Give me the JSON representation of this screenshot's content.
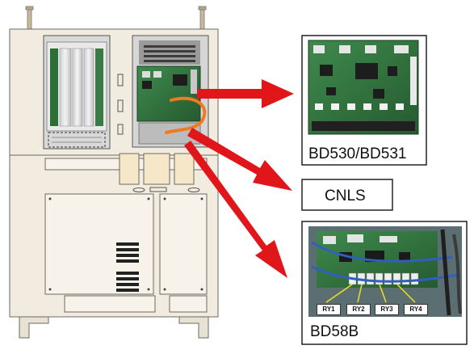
{
  "labels": {
    "board_top": "BD530/BD531",
    "cnls": "CNLS",
    "board_bottom": "BD58B"
  },
  "relays": [
    "RY1",
    "RY2",
    "RY3",
    "RY4"
  ],
  "colors": {
    "arrow": "#e0161b",
    "cable": "#f07a1e",
    "cabinet": "#f2ece0",
    "pcb": "#2f6b3b"
  }
}
